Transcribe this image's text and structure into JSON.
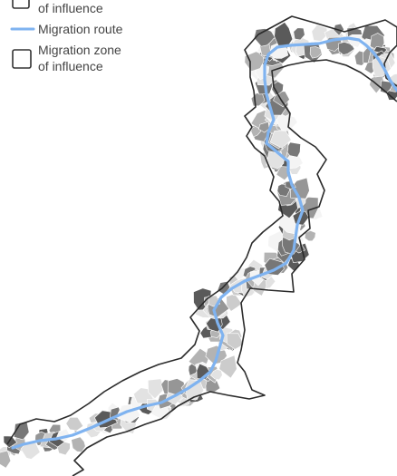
{
  "legend": {
    "items": [
      {
        "label_lines": [
          "of influence"
        ],
        "symbol": "box"
      },
      {
        "label_lines": [
          "Migration route"
        ],
        "symbol": "line"
      },
      {
        "label_lines": [
          "Migration zone",
          "of influence"
        ],
        "symbol": "box"
      }
    ]
  },
  "colors": {
    "route": "#7fb3f0",
    "zone_outline": "#2b2b2b",
    "shades": [
      "#f4f4f4",
      "#e2e2e2",
      "#cccccc",
      "#b3b3b3",
      "#969696",
      "#777777",
      "#5a5a5a"
    ]
  }
}
